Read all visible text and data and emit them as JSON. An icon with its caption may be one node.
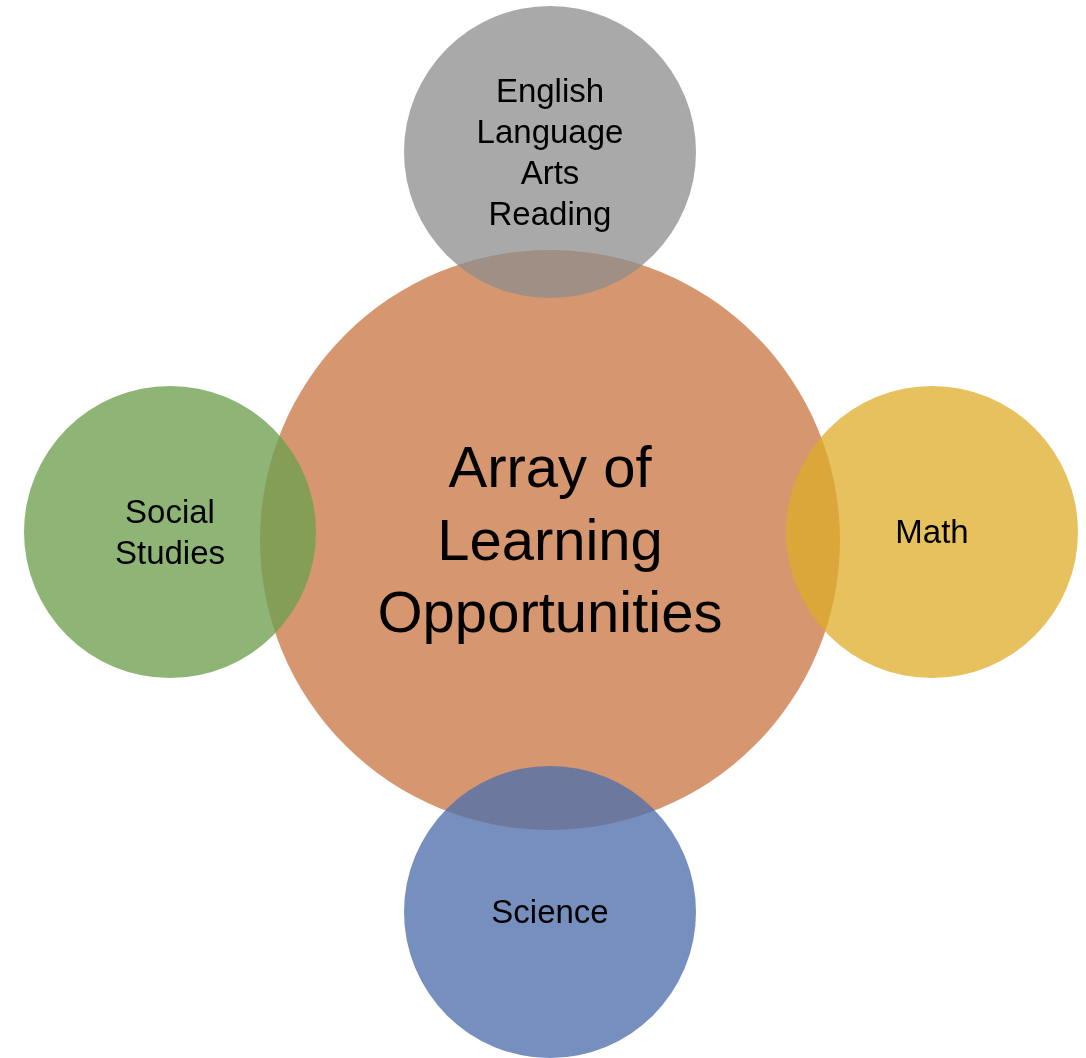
{
  "diagram": {
    "nodes": [
      {
        "text": [
          "Array of Learning Opportunities"
        ]
      },
      {
        "text": [
          "English Language Arts Reading"
        ]
      },
      {
        "text": [
          "Social Studies"
        ]
      },
      {
        "text": [
          "Math"
        ]
      },
      {
        "text": [
          "Science"
        ]
      }
    ],
    "edges": []
  }
}
